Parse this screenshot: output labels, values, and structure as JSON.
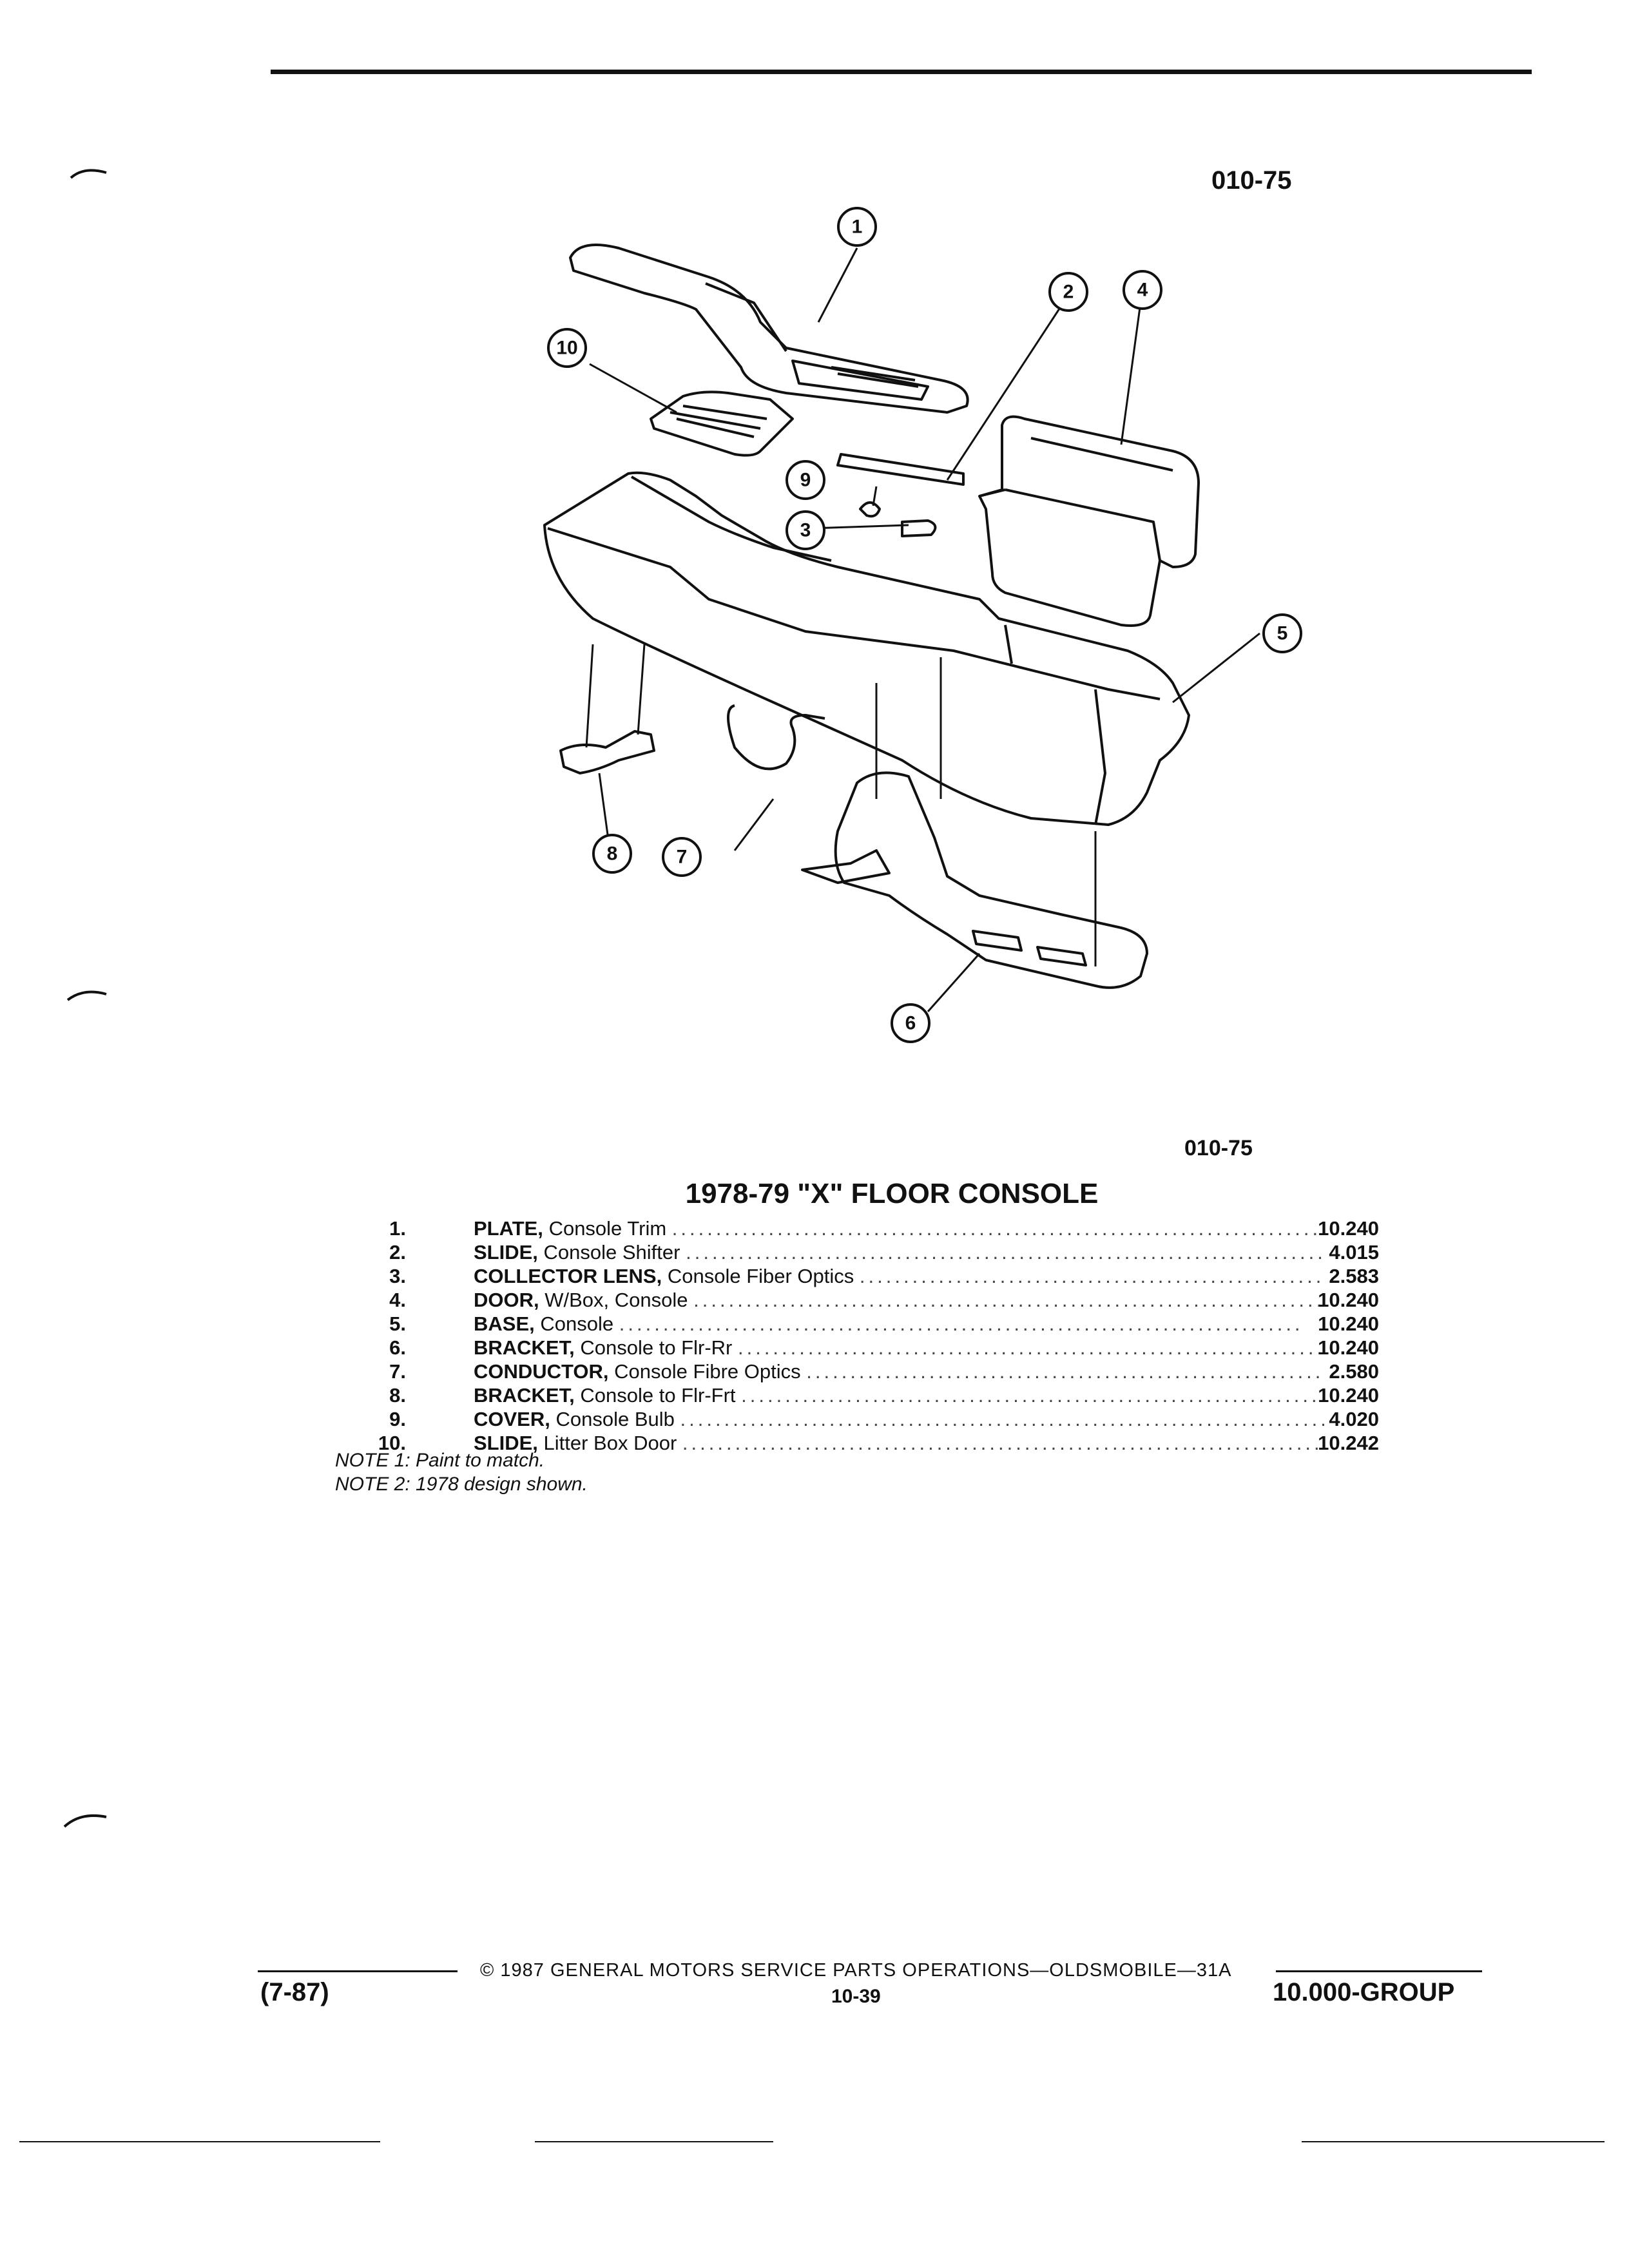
{
  "header": {
    "figure_code_top": "010-75"
  },
  "figure": {
    "figure_code_bottom": "010-75",
    "callouts": [
      "1",
      "2",
      "3",
      "4",
      "5",
      "6",
      "7",
      "8",
      "9",
      "10"
    ]
  },
  "title": "1978-79 \"X\" FLOOR CONSOLE",
  "parts": [
    {
      "num": "1.",
      "name": "PLATE,",
      "desc": "Console Trim",
      "ref": "10.240"
    },
    {
      "num": "2.",
      "name": "SLIDE,",
      "desc": "Console Shifter",
      "ref": "4.015"
    },
    {
      "num": "3.",
      "name": "COLLECTOR LENS,",
      "desc": "Console Fiber Optics",
      "ref": "2.583"
    },
    {
      "num": "4.",
      "name": "DOOR,",
      "desc": "W/Box, Console",
      "ref": "10.240"
    },
    {
      "num": "5.",
      "name": "BASE,",
      "desc": "Console",
      "ref": "10.240"
    },
    {
      "num": "6.",
      "name": "BRACKET,",
      "desc": "Console to Flr-Rr",
      "ref": "10.240"
    },
    {
      "num": "7.",
      "name": "CONDUCTOR,",
      "desc": "Console Fibre Optics",
      "ref": "2.580"
    },
    {
      "num": "8.",
      "name": "BRACKET,",
      "desc": "Console to Flr-Frt",
      "ref": "10.240"
    },
    {
      "num": "9.",
      "name": "COVER,",
      "desc": "Console Bulb",
      "ref": "4.020"
    },
    {
      "num": "10.",
      "name": "SLIDE,",
      "desc": "Litter Box Door",
      "ref": "10.242"
    }
  ],
  "notes": [
    "NOTE 1: Paint to match.",
    "NOTE 2: 1978 design shown."
  ],
  "footer": {
    "copyright": "© 1987 GENERAL MOTORS SERVICE PARTS OPERATIONS—OLDSMOBILE—31A",
    "page": "10-39",
    "date_code": "(7-87)",
    "group": "10.000-GROUP"
  }
}
